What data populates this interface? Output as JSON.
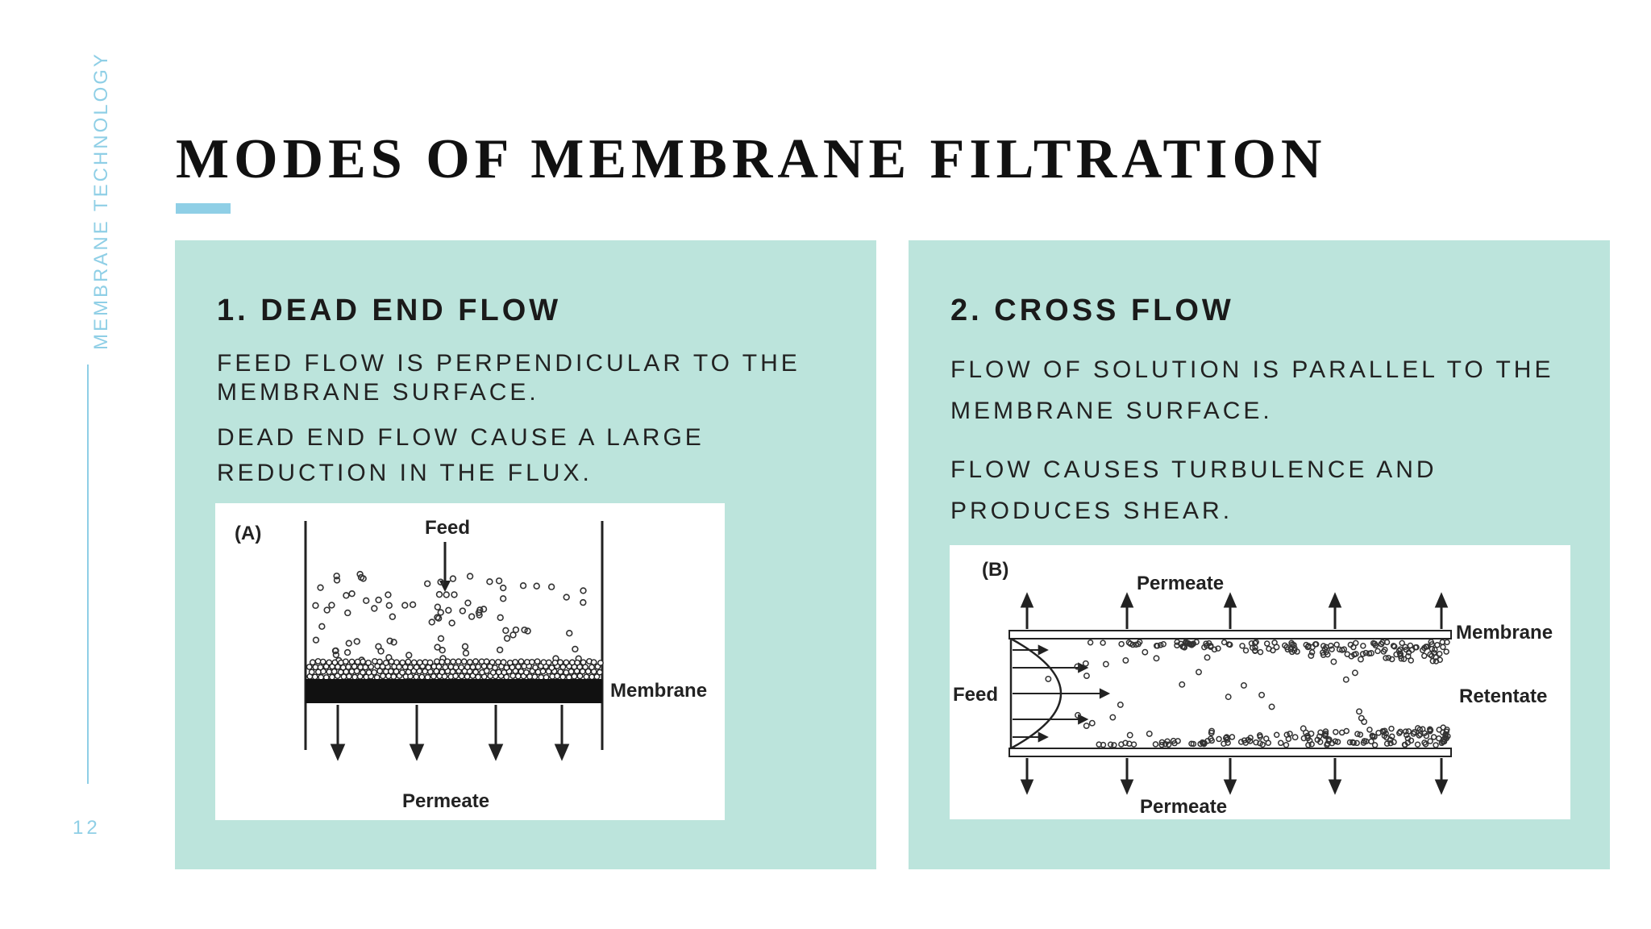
{
  "sidebar": {
    "label": "MEMBRANE TECHNOLOGY",
    "page_number": "12"
  },
  "slide": {
    "title": "MODES OF MEMBRANE FILTRATION"
  },
  "left_panel": {
    "heading": "1.   DEAD END FLOW",
    "lines": [
      "FEED FLOW IS PERPENDICULAR TO THE",
      "MEMBRANE SURFACE.",
      "DEAD END FLOW CAUSE A LARGE",
      "REDUCTION IN THE FLUX."
    ],
    "figure": {
      "tag": "(A)",
      "feed": "Feed",
      "membrane": "Membrane",
      "permeate": "Permeate"
    }
  },
  "right_panel": {
    "heading": "2. CROSS FLOW",
    "lines": [
      "FLOW OF SOLUTION IS PARALLEL TO THE",
      "MEMBRANE SURFACE.",
      "FLOW CAUSES TURBULENCE AND",
      "PRODUCES SHEAR."
    ],
    "figure": {
      "tag": "(B)",
      "permeate_top": "Permeate",
      "membrane": "Membrane",
      "feed": "Feed",
      "retentate": "Retentate",
      "permeate_bottom": "Permeate"
    }
  },
  "colors": {
    "accent": "#8fcfe6",
    "panel": "#bce4dc",
    "title": "#111111"
  }
}
